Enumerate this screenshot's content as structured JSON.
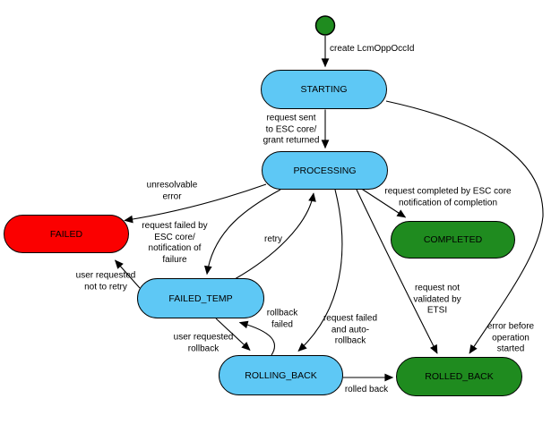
{
  "diagram_type": "state-machine",
  "colors": {
    "state_in_progress": "#5ec8f5",
    "state_final": "#1f8b1f",
    "state_failed": "#fb0000",
    "initial_dot": "#1f8b1f",
    "edge": "#000000",
    "text": "#000000",
    "background": "#ffffff"
  },
  "nodes": {
    "initial": {
      "kind": "initial-state-dot"
    },
    "starting": {
      "label": "STARTING"
    },
    "processing": {
      "label": "PROCESSING"
    },
    "failed": {
      "label": "FAILED"
    },
    "completed": {
      "label": "COMPLETED"
    },
    "failed_temp": {
      "label": "FAILED_TEMP"
    },
    "rolling_back": {
      "label": "ROLLING_BACK"
    },
    "rolled_back": {
      "label": "ROLLED_BACK"
    }
  },
  "edges": {
    "create": {
      "from": "initial",
      "to": "starting",
      "label": "create LcmOppOccId"
    },
    "request_sent": {
      "from": "starting",
      "to": "processing",
      "label": "request sent\nto ESC core/\ngrant returned"
    },
    "unresolvable_error": {
      "from": "processing",
      "to": "failed",
      "label": "unresolvable\nerror"
    },
    "request_failed_by": {
      "from": "processing",
      "to": "failed_temp",
      "label": "request failed by\nESC core/\nnotification of\nfailure"
    },
    "retry": {
      "from": "failed_temp",
      "to": "processing",
      "label": "retry"
    },
    "request_completed": {
      "from": "processing",
      "to": "completed",
      "label": "request completed by ESC core\nnotification of completion"
    },
    "not_to_retry": {
      "from": "failed_temp",
      "to": "failed",
      "label": "user requested\nnot to retry"
    },
    "user_requested_rollback": {
      "from": "failed_temp",
      "to": "rolling_back",
      "label": "user requested\nrollback"
    },
    "rollback_failed": {
      "from": "rolling_back",
      "to": "failed_temp",
      "label": "rollback\nfailed"
    },
    "auto_rollback": {
      "from": "processing",
      "to": "rolling_back",
      "label": "request failed\nand auto-\nrollback"
    },
    "not_validated": {
      "from": "processing",
      "to": "rolled_back",
      "label": "request not\nvalidated by\nETSI"
    },
    "error_before_start": {
      "from": "starting",
      "to": "rolled_back",
      "label": "error before\noperation\nstarted"
    },
    "rolled_back_edge": {
      "from": "rolling_back",
      "to": "rolled_back",
      "label": "rolled back"
    }
  }
}
